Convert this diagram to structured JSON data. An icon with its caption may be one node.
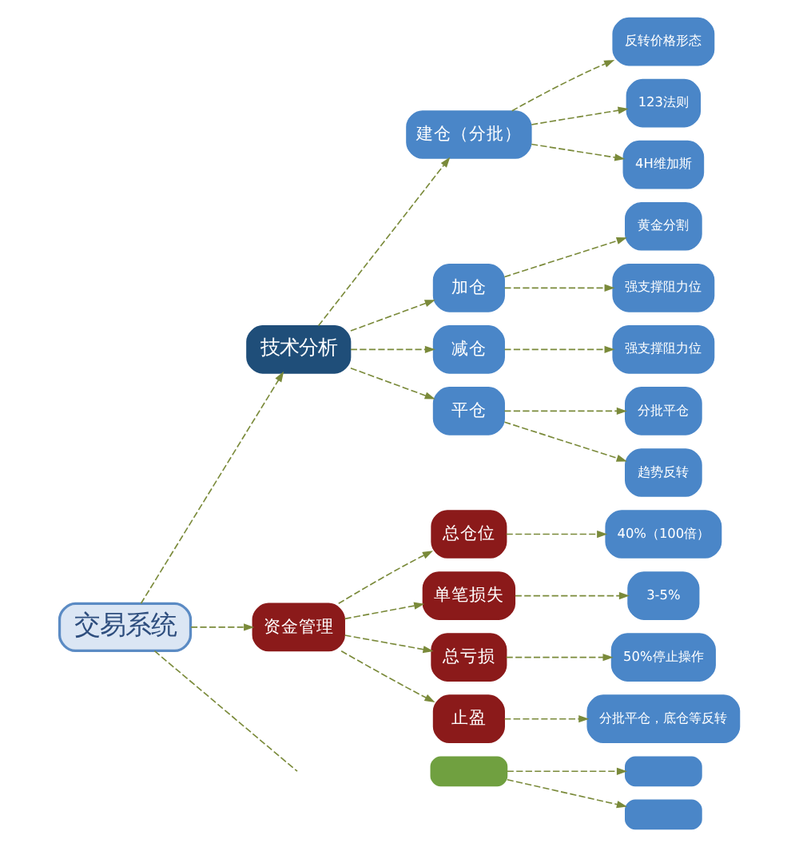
{
  "diagram": {
    "nodes": [
      {
        "text": [
          "交易系统"
        ]
      },
      {
        "text": [
          "技术分析"
        ]
      },
      {
        "text": [
          "建仓（分批）"
        ]
      },
      {
        "text": [
          "反转价格形态"
        ]
      },
      {
        "text": [
          "123法则"
        ]
      },
      {
        "text": [
          "4H维加斯"
        ]
      },
      {
        "text": [
          "加仓"
        ]
      },
      {
        "text": [
          "黄金分割"
        ]
      },
      {
        "text": [
          "强支撑阻力位"
        ]
      },
      {
        "text": [
          "减仓"
        ]
      },
      {
        "text": [
          "强支撑阻力位"
        ]
      },
      {
        "text": [
          "平仓"
        ]
      },
      {
        "text": [
          "分批平仓"
        ]
      },
      {
        "text": [
          "趋势反转"
        ]
      },
      {
        "text": [
          "资金管理"
        ]
      },
      {
        "text": [
          "总仓位"
        ]
      },
      {
        "text": [
          "40%（100倍）"
        ]
      },
      {
        "text": [
          "单笔损失"
        ]
      },
      {
        "text": [
          "3-5%"
        ]
      },
      {
        "text": [
          "总亏损"
        ]
      },
      {
        "text": [
          "50%停止操作"
        ]
      },
      {
        "text": [
          "止盈"
        ]
      },
      {
        "text": [
          "分批平仓，底仓等反转"
        ]
      },
      {
        "text": [],
        "shape": "box"
      },
      {
        "text": [],
        "shape": "box"
      },
      {
        "text": [],
        "shape": "box"
      }
    ],
    "edges": [
      {
        "from": 0,
        "to": 1,
        "arrow": "to",
        "style": "dashed"
      },
      {
        "from": 1,
        "to": 2,
        "arrow": "to",
        "style": "dashed"
      },
      {
        "from": 2,
        "to": 3,
        "arrow": "to",
        "style": "dashed"
      },
      {
        "from": 2,
        "to": 4,
        "arrow": "to",
        "style": "dashed"
      },
      {
        "from": 2,
        "to": 5,
        "arrow": "to",
        "style": "dashed"
      },
      {
        "from": 1,
        "to": 6,
        "arrow": "to",
        "style": "dashed"
      },
      {
        "from": 6,
        "to": 7,
        "arrow": "to",
        "style": "dashed"
      },
      {
        "from": 6,
        "to": 8,
        "arrow": "to",
        "style": "dashed"
      },
      {
        "from": 1,
        "to": 9,
        "arrow": "to",
        "style": "dashed"
      },
      {
        "from": 9,
        "to": 10,
        "arrow": "to",
        "style": "dashed"
      },
      {
        "from": 1,
        "to": 11,
        "arrow": "to",
        "style": "dashed"
      },
      {
        "from": 11,
        "to": 12,
        "arrow": "to",
        "style": "dashed"
      },
      {
        "from": 11,
        "to": 13,
        "arrow": "to",
        "style": "dashed"
      },
      {
        "from": 0,
        "to": 14,
        "arrow": "to",
        "style": "dashed"
      },
      {
        "from": 14,
        "to": 15,
        "arrow": "to",
        "style": "dashed"
      },
      {
        "from": 15,
        "to": 16,
        "arrow": "to",
        "style": "dashed"
      },
      {
        "from": 14,
        "to": 17,
        "arrow": "to",
        "style": "dashed"
      },
      {
        "from": 17,
        "to": 18,
        "arrow": "to",
        "style": "dashed"
      },
      {
        "from": 14,
        "to": 19,
        "arrow": "to",
        "style": "dashed"
      },
      {
        "from": 19,
        "to": 20,
        "arrow": "to",
        "style": "dashed"
      },
      {
        "from": 14,
        "to": 21,
        "arrow": "to",
        "style": "dashed"
      },
      {
        "from": 21,
        "to": 22,
        "arrow": "to",
        "style": "dashed"
      },
      {
        "from": 0,
        "to": null,
        "arrow": "none",
        "style": "dashed"
      },
      {
        "from": 23,
        "to": 24,
        "arrow": "to",
        "style": "dashed"
      },
      {
        "from": 23,
        "to": 25,
        "arrow": "to",
        "style": "dashed"
      }
    ]
  }
}
